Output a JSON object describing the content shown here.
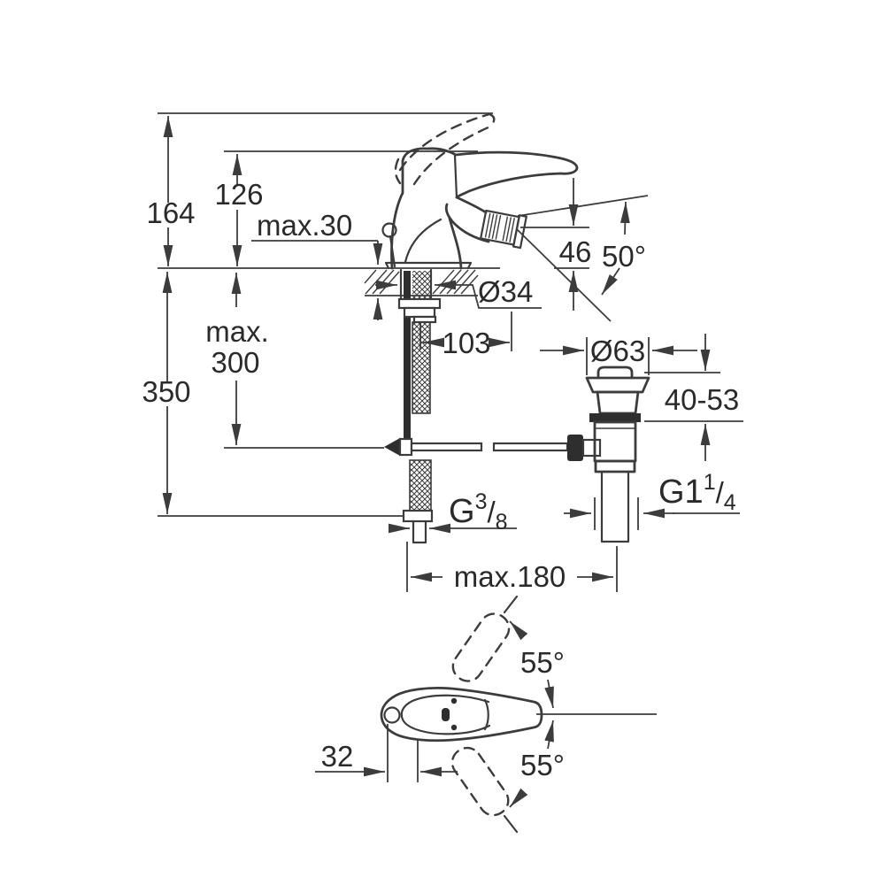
{
  "drawing": {
    "type": "technical-dimension-drawing",
    "product": "single-lever bidet mixer with pop-up waste",
    "background_color": "#ffffff",
    "line_color": "#3c3c3c",
    "text_color": "#2a2a2a"
  },
  "dims": {
    "total_height": "164",
    "spout_height": "126",
    "deck_thickness": "max.30",
    "outlet_height": "46",
    "spout_angle": "50°",
    "hole_diameter": "Ø34",
    "offset_103": "103",
    "waste_flange_diameter": "Ø63",
    "waste_deck_range": "40-53",
    "depth_max_line1": "max.",
    "depth_max_line2": "300",
    "total_depth": "350",
    "supply_thread_prefix": "G",
    "supply_thread_numerator": "3",
    "supply_thread_slash": "/",
    "supply_thread_denominator": "8",
    "waste_thread_prefix": "G1",
    "waste_thread_numerator": "1",
    "waste_thread_slash": "/",
    "waste_thread_denominator": "4",
    "faucet_to_waste_offset": "max.180",
    "handle_swivel_upper": "55°",
    "handle_swivel_lower": "55°",
    "handle_back_offset": "32"
  }
}
